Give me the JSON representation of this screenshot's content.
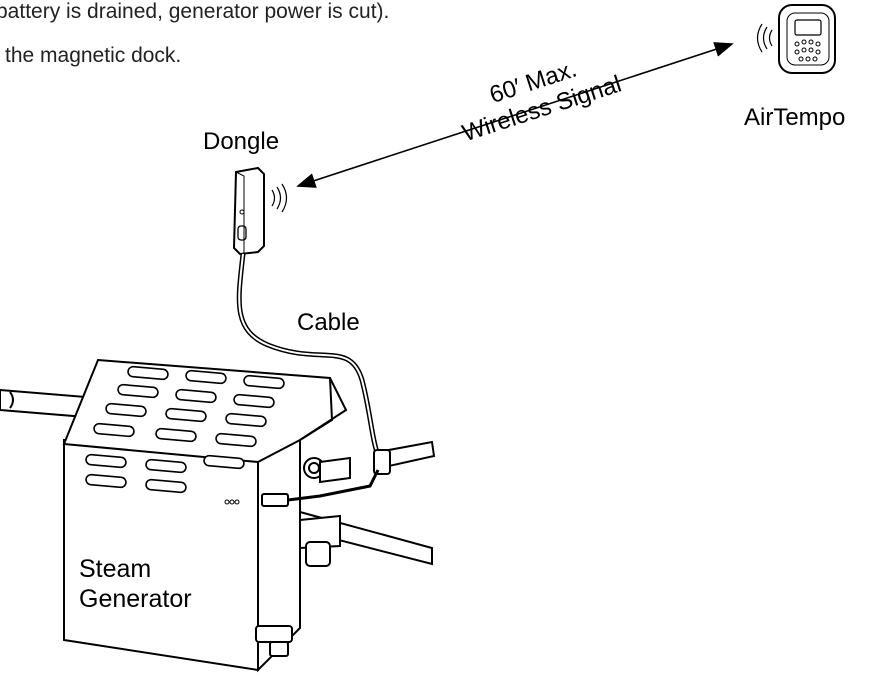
{
  "intro_lines": [
    "battery is drained, generator power is cut).",
    "the magnetic dock."
  ],
  "labels": {
    "dongle": "Dongle",
    "airtempo": "AirTempo",
    "signal_line1": "60′ Max.",
    "signal_line2": "Wireless Signal",
    "cable": "Cable",
    "steam_line1": "Steam",
    "steam_line2": "Generator"
  }
}
